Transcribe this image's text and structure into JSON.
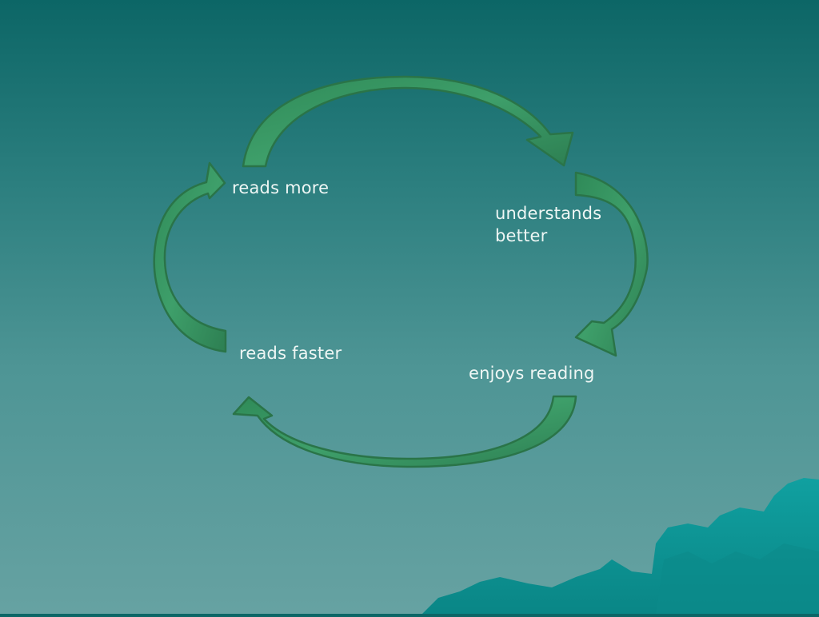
{
  "diagram": {
    "nodes": [
      {
        "id": "reads-more",
        "lines": [
          "reads more"
        ]
      },
      {
        "id": "understands-better",
        "lines": [
          "understands",
          "better"
        ]
      },
      {
        "id": "enjoys-reading",
        "lines": [
          "enjoys reading"
        ]
      },
      {
        "id": "reads-faster",
        "lines": [
          "reads faster"
        ]
      }
    ],
    "edges": [
      {
        "from": "reads-more",
        "to": "understands-better"
      },
      {
        "from": "understands-better",
        "to": "enjoys-reading"
      },
      {
        "from": "enjoys-reading",
        "to": "reads-faster"
      },
      {
        "from": "reads-faster",
        "to": "reads-more"
      }
    ]
  },
  "colors": {
    "arrow_fill": "#3a9a66",
    "arrow_outline": "#2a7448",
    "text": "#eef6f4",
    "iceberg": "#0e9696"
  }
}
